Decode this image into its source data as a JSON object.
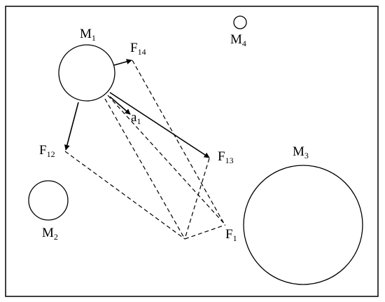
{
  "bodies": {
    "m1": {
      "main": "M",
      "sub": "1"
    },
    "m2": {
      "main": "M",
      "sub": "2"
    },
    "m3": {
      "main": "M",
      "sub": "3"
    },
    "m4": {
      "main": "M",
      "sub": "4"
    }
  },
  "vectors": {
    "f12": {
      "main": "F",
      "sub": "12"
    },
    "f13": {
      "main": "F",
      "sub": "13"
    },
    "f14": {
      "main": "F",
      "sub": "14"
    },
    "f1": {
      "main": "F",
      "sub": "1"
    },
    "a1": {
      "main": "a",
      "sub": "1"
    }
  },
  "colors": {
    "stroke": "#000000",
    "background": "#ffffff"
  }
}
